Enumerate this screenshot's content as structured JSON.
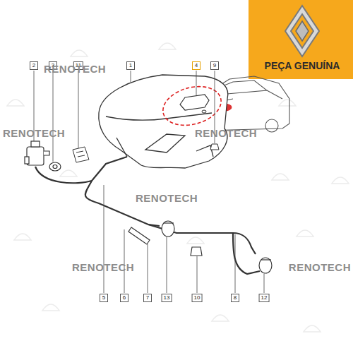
{
  "diagram": {
    "labels": [
      "2",
      "3",
      "11",
      "1",
      "4",
      "9",
      "5",
      "6",
      "7",
      "13",
      "10",
      "8",
      "12",
      "RENOTECH",
      "RENOTECH",
      "RENOTECH",
      "RENOTECH",
      "RENOTECH",
      "RENOTECH",
      "PEÇA GENUÍNA"
    ]
  }
}
